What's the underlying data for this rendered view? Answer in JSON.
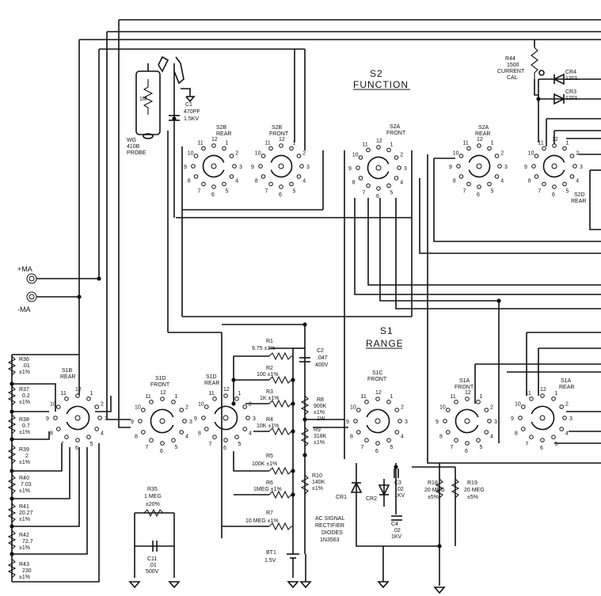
{
  "titles": {
    "s2": "S2",
    "function": "FUNCTION",
    "s1": "S1",
    "range": "RANGE"
  },
  "terminals": {
    "plus_ma": "+MA",
    "minus_ma": "-MA"
  },
  "probe": {
    "resistor": "1M",
    "label1": "WG",
    "label2": "410B",
    "label3": "PROBE"
  },
  "c1": {
    "name": "C1",
    "value": "470PF",
    "voltage": "1.5KV"
  },
  "r44": {
    "name": "R44",
    "value": "1500",
    "l2": "CURRENT",
    "l3": "CAL"
  },
  "cr4": {
    "name": "CR4",
    "value": "1201"
  },
  "cr3": {
    "name": "CR3",
    "value": "1201"
  },
  "c2": {
    "name": "C2",
    "value": ".047",
    "voltage": "400V"
  },
  "switches": {
    "s2b_rear": {
      "l1": "S2B",
      "l2": "REAR"
    },
    "s2b_front": {
      "l1": "S2B",
      "l2": "FRONT"
    },
    "s2a_front": {
      "l1": "S2A",
      "l2": "FRONT"
    },
    "s2a_rear": {
      "l1": "S2A",
      "l2": "REAR"
    },
    "s2d_rear": {
      "l1": "S2D",
      "l2": "REAR"
    },
    "s1b_rear": {
      "l1": "S1B",
      "l2": "REAR"
    },
    "s1d_front": {
      "l1": "S1D",
      "l2": "FRONT"
    },
    "s1d_rear": {
      "l1": "S1D",
      "l2": "REAR"
    },
    "s1c_front": {
      "l1": "S1C",
      "l2": "FRONT"
    },
    "s1a_front": {
      "l1": "S1A",
      "l2": "FRONT"
    },
    "s1a_rear": {
      "l1": "S1A",
      "l2": "REAR"
    }
  },
  "range_resistors": [
    {
      "name": "R1",
      "value": "9.75 ±1%"
    },
    {
      "name": "R2",
      "value": "100 ±1%"
    },
    {
      "name": "R3",
      "value": "1K ±1%"
    },
    {
      "name": "R4",
      "value": "10K ±1%"
    },
    {
      "name": "R5",
      "value": "100K ±1%"
    },
    {
      "name": "R6",
      "value": "1MEG ±1%"
    },
    {
      "name": "R7",
      "value": "10 MEG ±1%"
    }
  ],
  "r8": {
    "name": "R8",
    "value": "900K",
    "tol": "±1%",
    "power": "1W"
  },
  "r9": {
    "name": "R9",
    "value": "318K",
    "tol": "±1%"
  },
  "r10": {
    "name": "R10",
    "value": "140K",
    "tol": "±1%"
  },
  "shunts": [
    {
      "name": "R36",
      "value": ".01",
      "tol": "±1%"
    },
    {
      "name": "R37",
      "value": "0.2",
      "tol": "±1%"
    },
    {
      "name": "R38",
      "value": "0.7",
      "tol": "±1%"
    },
    {
      "name": "R39",
      "value": "2",
      "tol": "±1%"
    },
    {
      "name": "R40",
      "value": "7.03",
      "tol": "±1%"
    },
    {
      "name": "R41",
      "value": "20.27",
      "tol": "±1%"
    },
    {
      "name": "R42",
      "value": "72.7",
      "tol": "±1%"
    },
    {
      "name": "R43",
      "value": "230",
      "tol": "±1%"
    }
  ],
  "r35": {
    "name": "R35",
    "value": "1 MEG",
    "tol": "±20%"
  },
  "c11": {
    "name": "C11",
    "value": ".01",
    "voltage": "500V"
  },
  "bt1": {
    "name": "BT1",
    "value": "1.5V"
  },
  "cr1": {
    "name": "CR1"
  },
  "cr2": {
    "name": "CR2"
  },
  "diodes_note": [
    "AC SIGNAL",
    "RECTIFIER",
    "DIODES",
    "1N3563"
  ],
  "c3": {
    "name": "C3",
    "value": ".02",
    "voltage": "1KV"
  },
  "c4": {
    "name": "C4",
    "value": ".02",
    "voltage": "1KV"
  },
  "r18": {
    "name": "R18",
    "value": "20 MEG",
    "tol": "±5%"
  },
  "r19": {
    "name": "R19",
    "value": "20 MEG",
    "tol": "±5%"
  }
}
